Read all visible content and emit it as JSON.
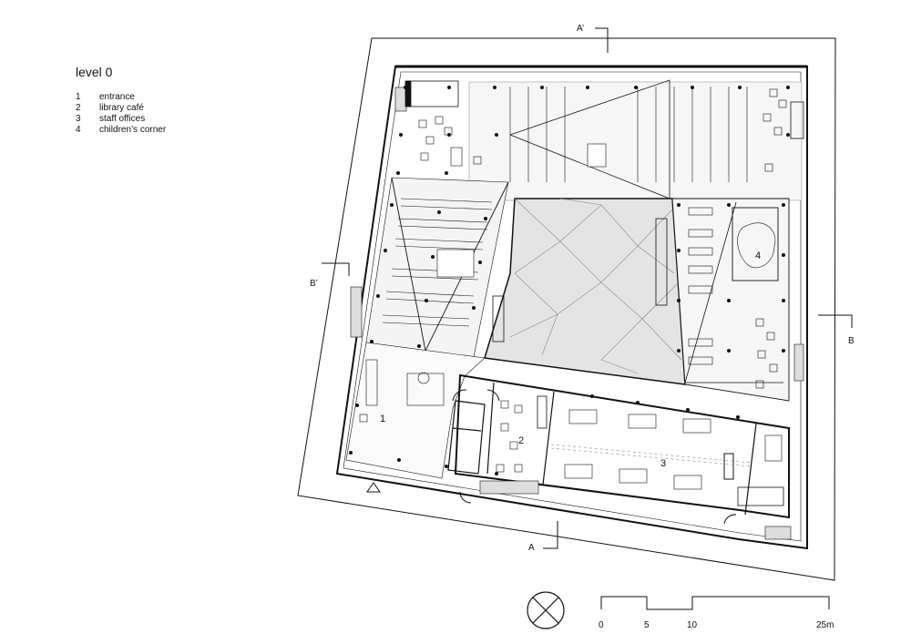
{
  "plan": {
    "title": "level 0",
    "legend": [
      {
        "num": "1",
        "label": "entrance"
      },
      {
        "num": "2",
        "label": "library café"
      },
      {
        "num": "3",
        "label": "staff offices"
      },
      {
        "num": "4",
        "label": "children’s corner"
      }
    ],
    "room_labels": {
      "r1": "1",
      "r2": "2",
      "r3": "3",
      "r4": "4"
    },
    "section_marks": {
      "a": "A",
      "a_prime": "A’",
      "b": "B",
      "b_prime": "B’"
    },
    "scale_bar": {
      "ticks": [
        "0",
        "5",
        "10",
        "25m"
      ]
    },
    "colors": {
      "line": "#111111",
      "fill_light": "#e6e6e6",
      "fill_mid": "#cfcfcf"
    }
  }
}
